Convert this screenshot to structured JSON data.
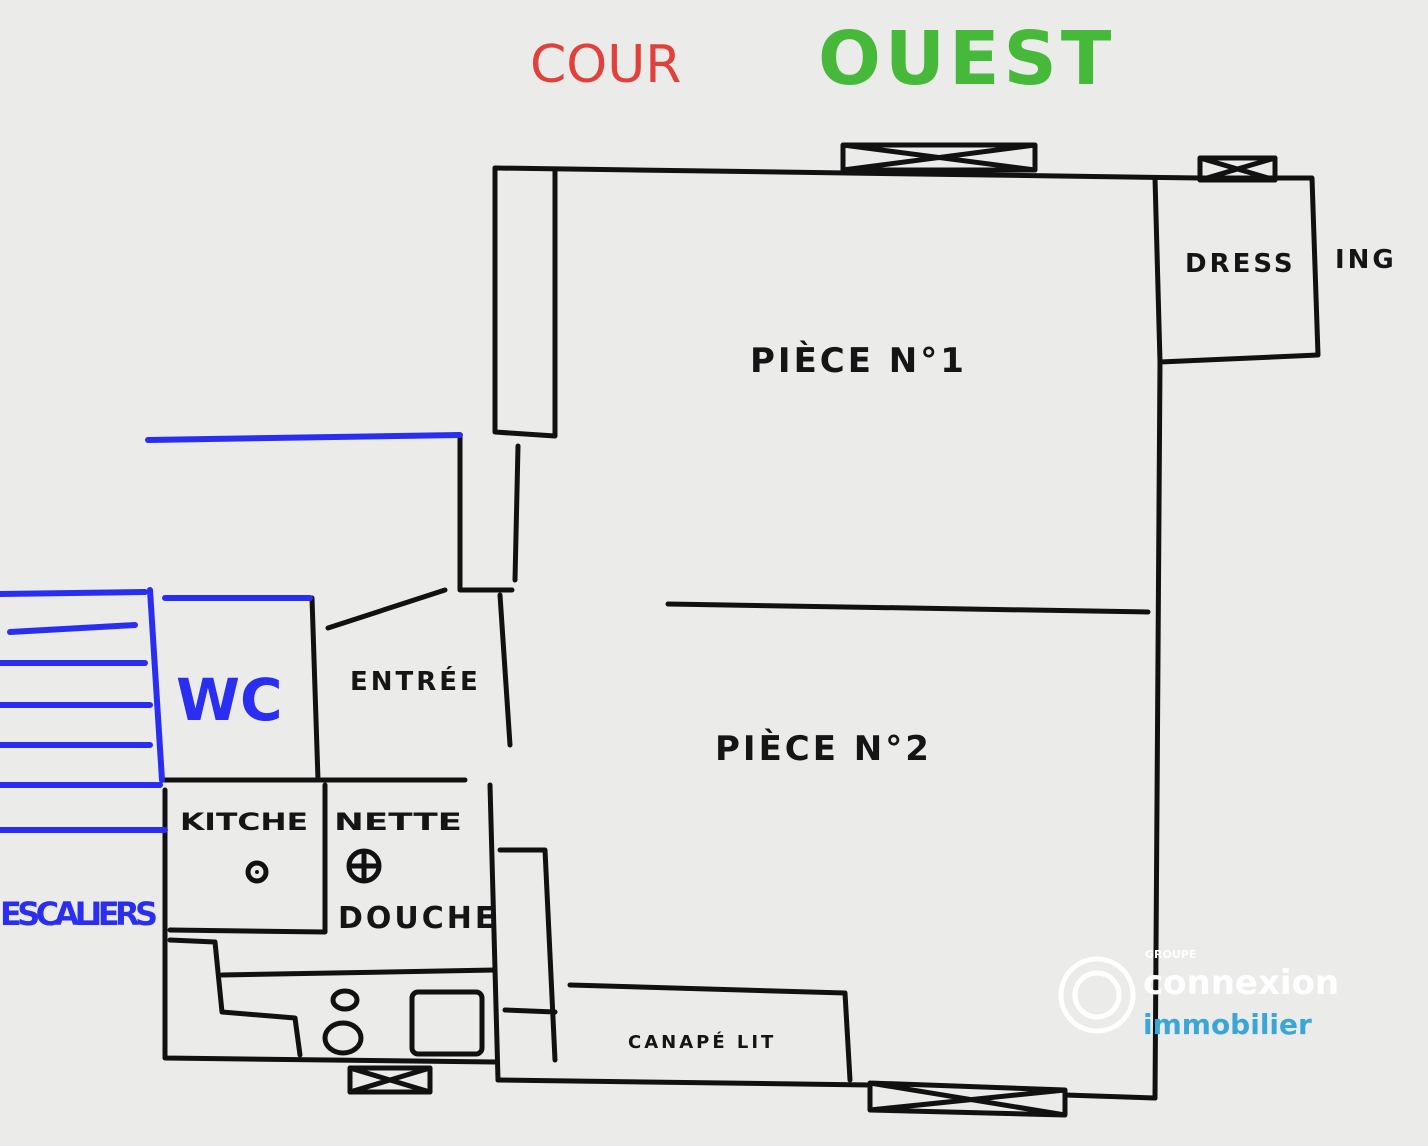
{
  "headings": {
    "cour": "COUR",
    "ouest": "OUEST"
  },
  "rooms": {
    "piece1": "PIÈCE N°1",
    "piece2": "PIÈCE N°2",
    "dressing_a": "DRESS",
    "dressing_b": "ING",
    "entree": "ENTRÉE",
    "wc": "WC",
    "kitchenette_a": "KITCHE",
    "kitchenette_b": "NETTE",
    "douche": "DOUCHE",
    "escaliers": "ESCALIERS",
    "canape": "CANAPÉ LIT"
  },
  "logo": {
    "groupe": "GROUPE",
    "name": "connexion",
    "sub": "immobilier"
  },
  "colors": {
    "red": "#e0413a",
    "green": "#46b83a",
    "blue": "#2a2ef0",
    "logo_blue": "#3aa6d8"
  }
}
